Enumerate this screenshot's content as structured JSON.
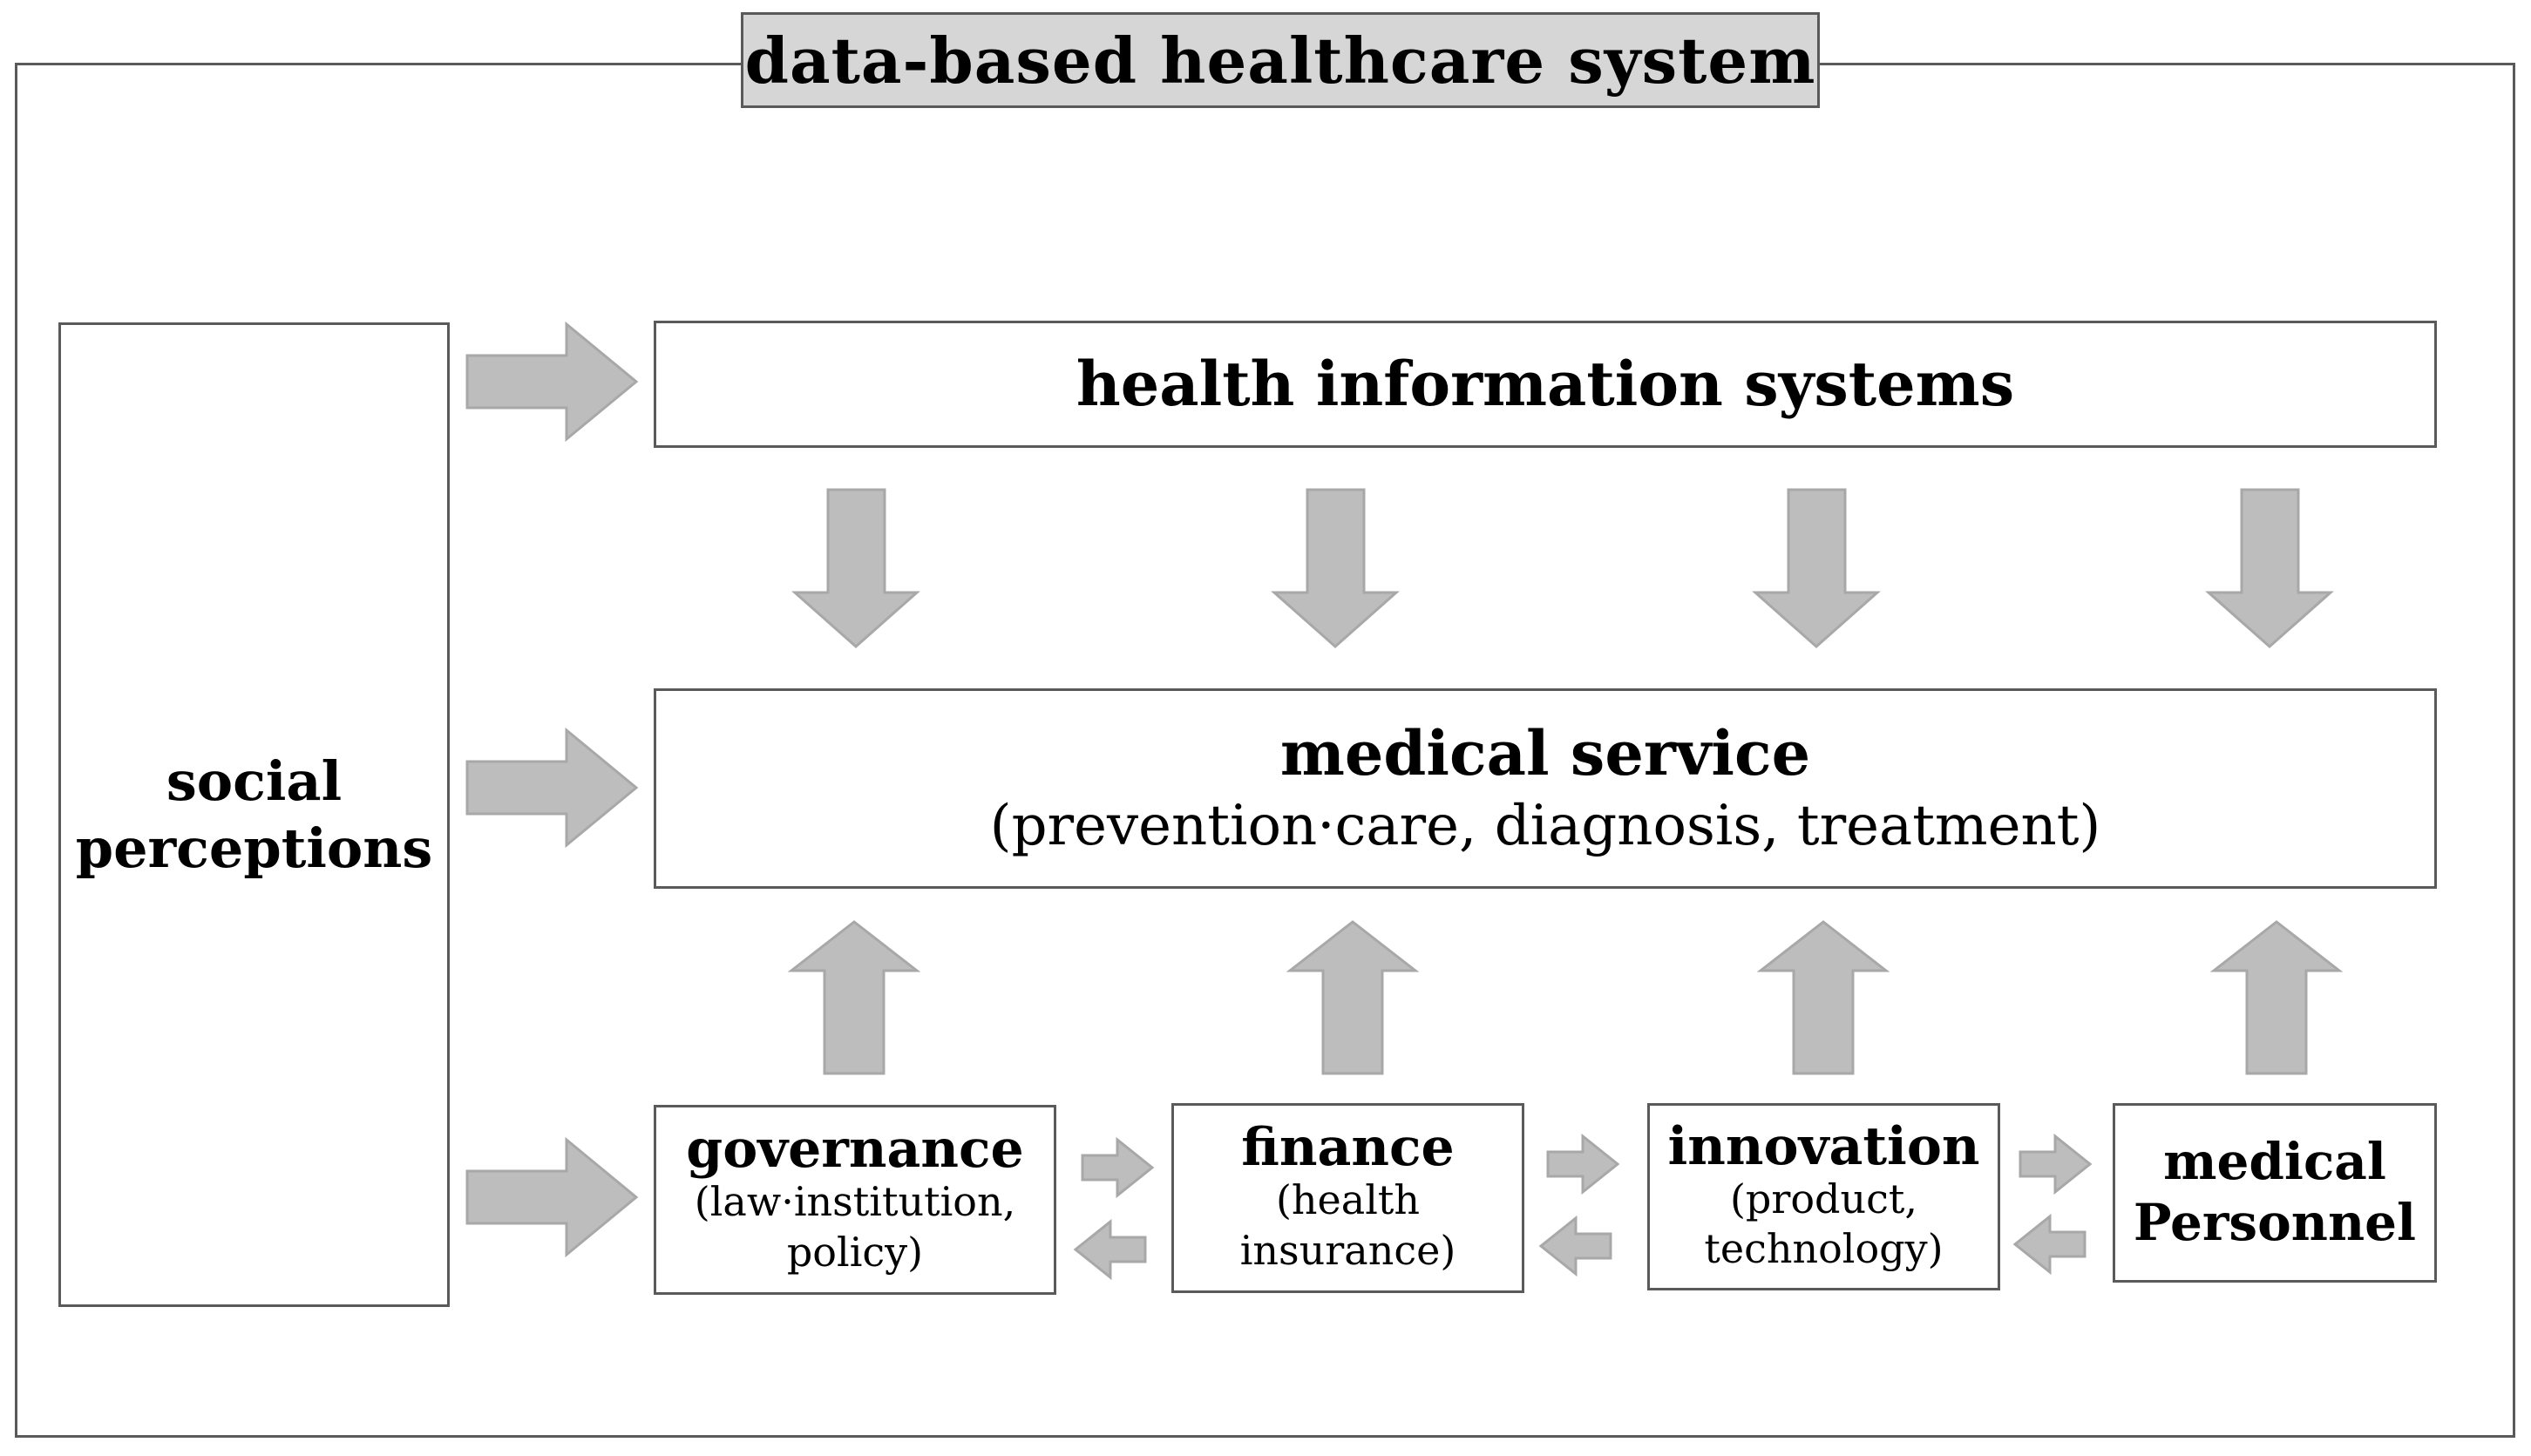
{
  "title": "data-based healthcare system",
  "social_perceptions": {
    "line1": "social",
    "line2": "perceptions"
  },
  "health_information_systems": "health information systems",
  "medical_service": {
    "title": "medical service",
    "subtitle": "(prevention·care, diagnosis, treatment)"
  },
  "governance": {
    "title": "governance",
    "line1": "(law·institution,",
    "line2": "policy)"
  },
  "finance": {
    "title": "finance",
    "line1": "(health",
    "line2": "insurance)"
  },
  "innovation": {
    "title": "innovation",
    "line1": "(product,",
    "line2": "technology)"
  },
  "medical_personnel": {
    "line1": "medical",
    "line2": "Personnel"
  },
  "colors": {
    "arrow": "#bdbdbd",
    "title_fill": "#d6d6d6",
    "border": "#5a5a5a"
  }
}
